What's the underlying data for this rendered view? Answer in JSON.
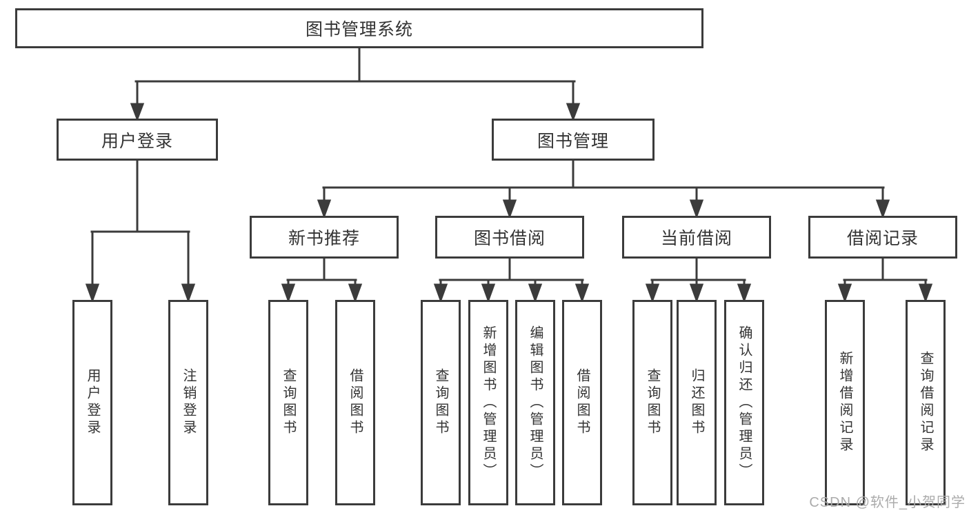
{
  "diagram": {
    "root": {
      "label": "图书管理系统"
    },
    "branches": [
      {
        "label": "用户登录",
        "children": [
          {
            "label": "用户登录"
          },
          {
            "label": "注销登录"
          }
        ]
      },
      {
        "label": "图书管理",
        "children": [
          {
            "label": "新书推荐",
            "children": [
              {
                "label": "查询图书"
              },
              {
                "label": "借阅图书"
              }
            ]
          },
          {
            "label": "图书借阅",
            "children": [
              {
                "label": "查询图书"
              },
              {
                "label": "新增图书（管理员）"
              },
              {
                "label": "编辑图书（管理员）"
              },
              {
                "label": "借阅图书"
              }
            ]
          },
          {
            "label": "当前借阅",
            "children": [
              {
                "label": "查询图书"
              },
              {
                "label": "归还图书"
              },
              {
                "label": "确认归还（管理员）"
              }
            ]
          },
          {
            "label": "借阅记录",
            "children": [
              {
                "label": "新增借阅记录"
              },
              {
                "label": "查询借阅记录"
              }
            ]
          }
        ]
      }
    ]
  },
  "watermark": {
    "text": "CSDN @软件_小贺同学"
  },
  "colors": {
    "line": "#3b3b3b",
    "text": "#333333",
    "watermark": "#ababab",
    "background": "#ffffff"
  }
}
